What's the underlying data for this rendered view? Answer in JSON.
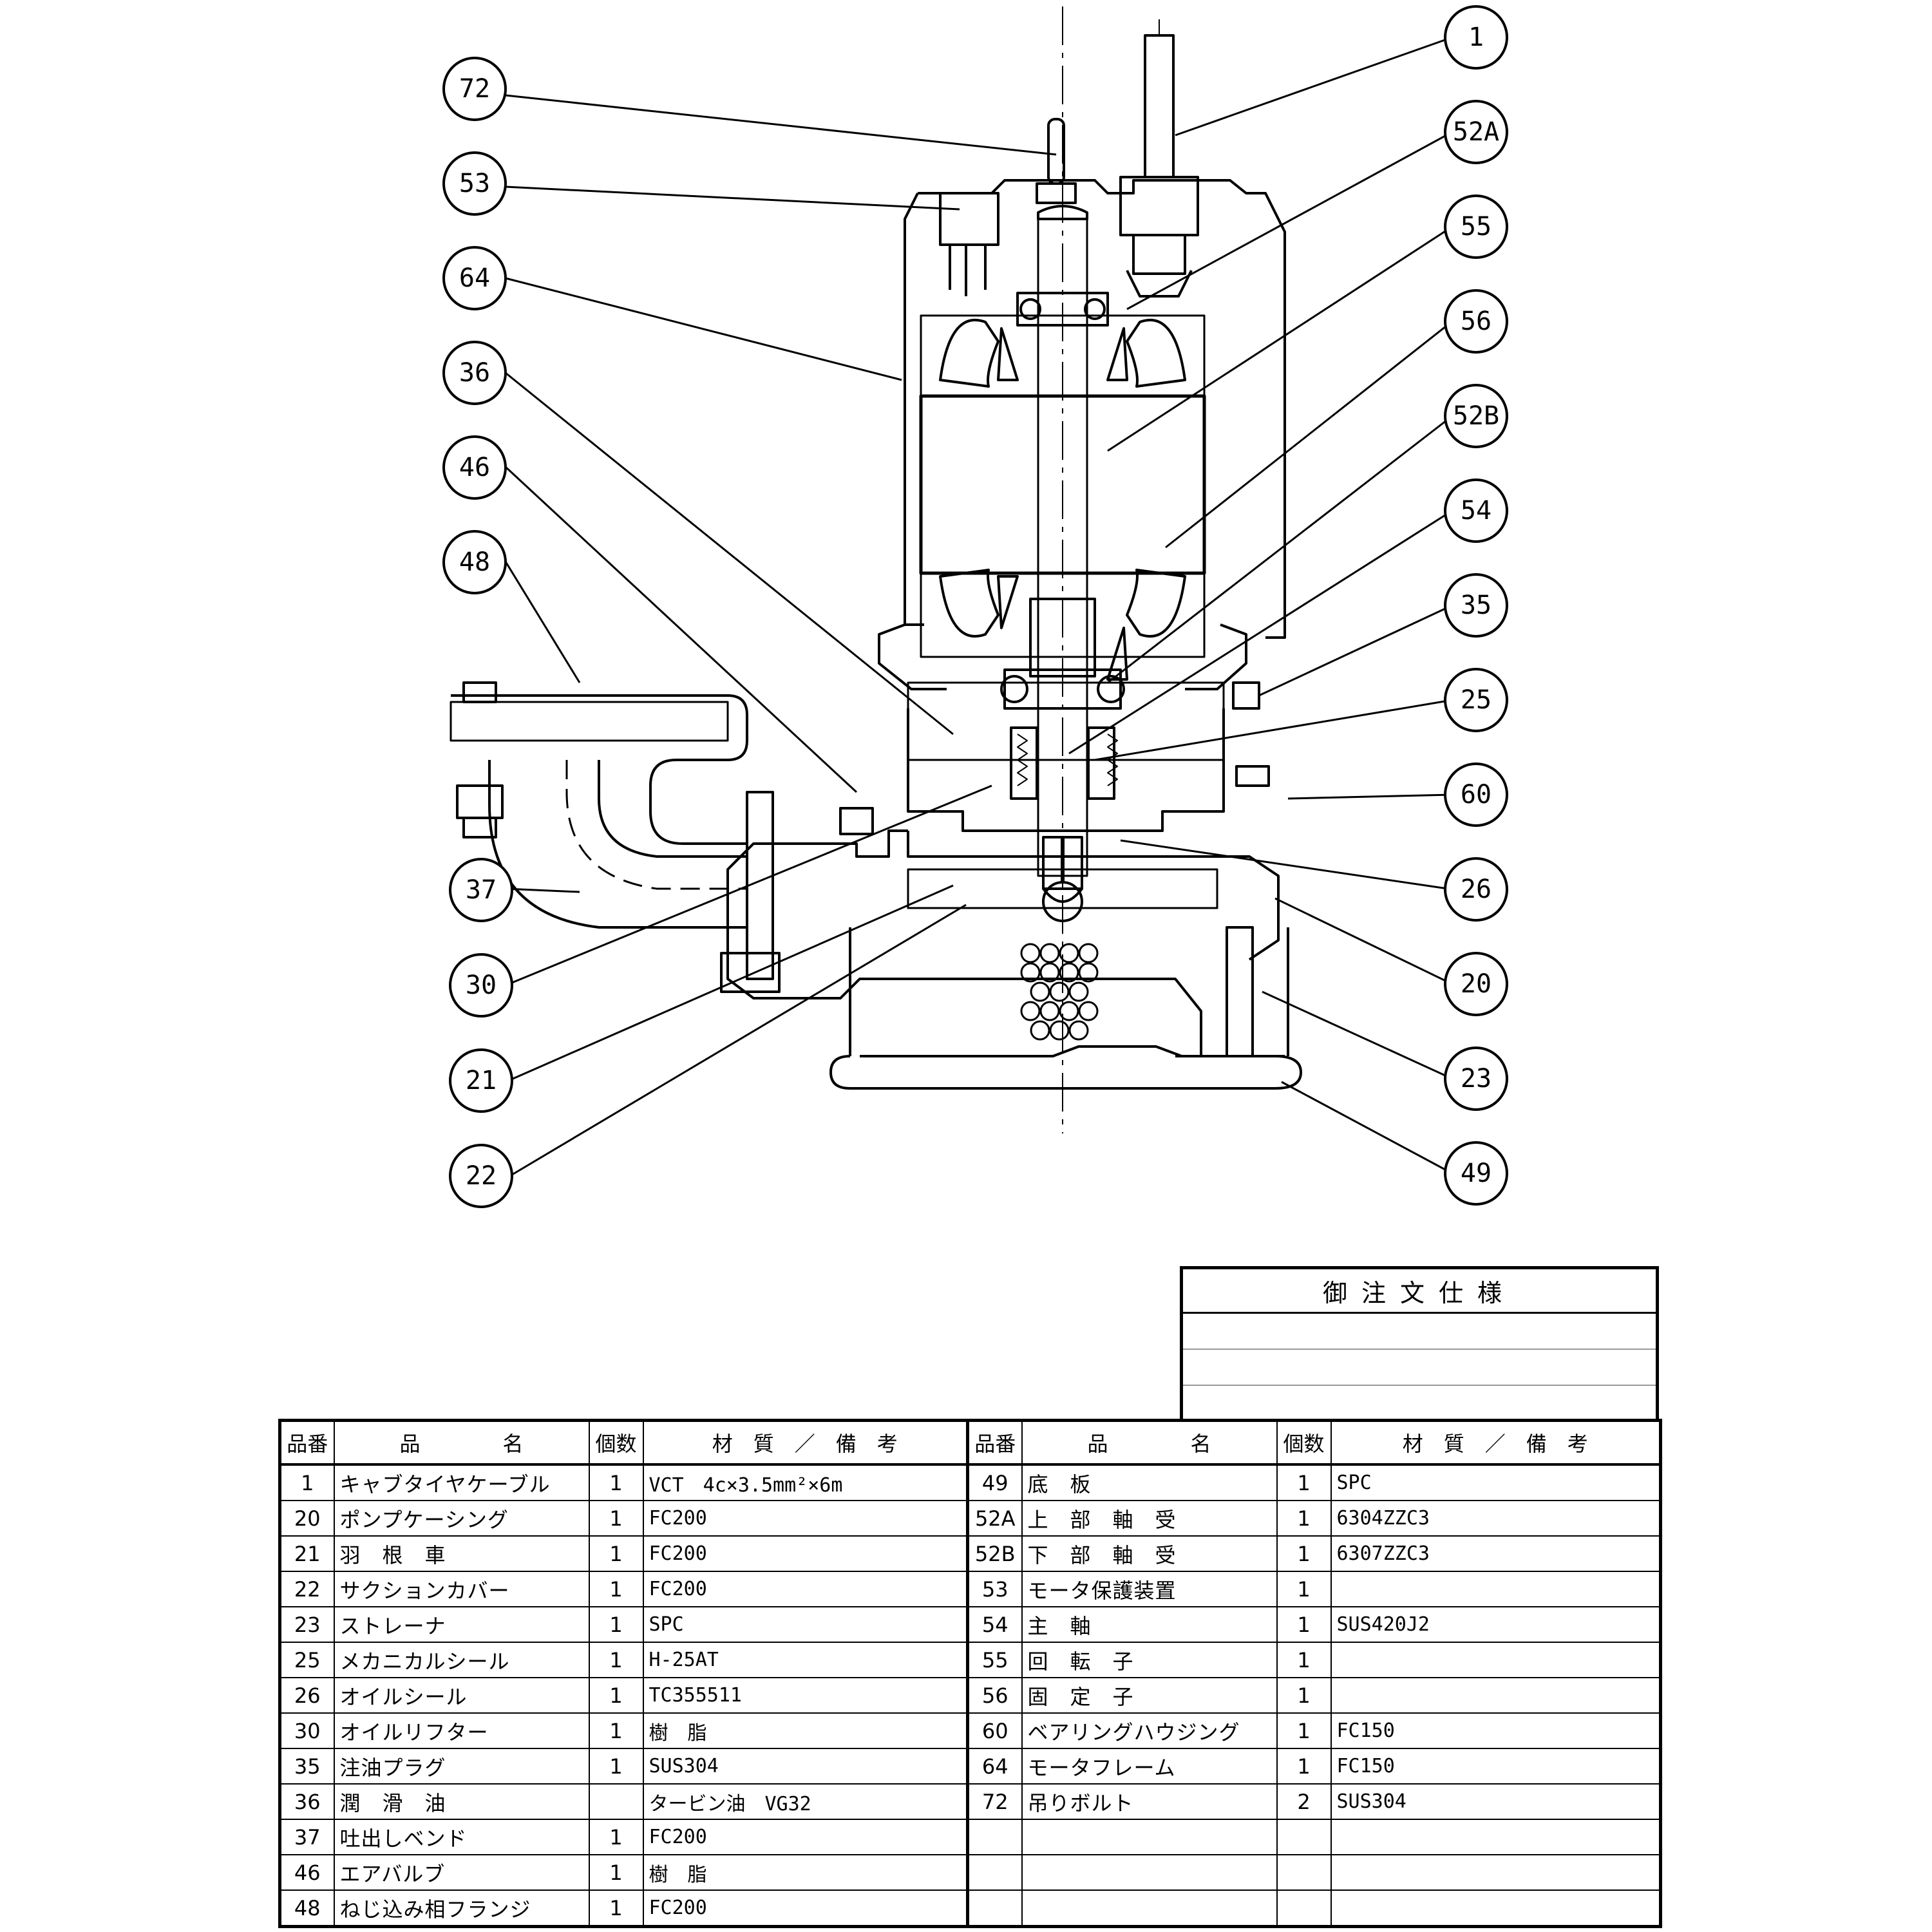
{
  "callouts": {
    "c1": "1",
    "c52a": "52A",
    "c55": "55",
    "c56": "56",
    "c52b": "52B",
    "c54": "54",
    "c35": "35",
    "c25": "25",
    "c60": "60",
    "c26": "26",
    "c20": "20",
    "c23": "23",
    "c49": "49",
    "c72": "72",
    "c53": "53",
    "c64": "64",
    "c36": "36",
    "c46": "46",
    "c48": "48",
    "c37": "37",
    "c30": "30",
    "c21": "21",
    "c22": "22"
  },
  "order_spec": {
    "title": "御注文仕様",
    "rows": [
      "",
      "",
      ""
    ]
  },
  "parts_table": {
    "headers": {
      "no": "品番",
      "name": "品　　　　名",
      "qty": "個数",
      "material": "材　質　／　備　考"
    },
    "left": [
      {
        "no": "1",
        "name": "キャブタイヤケーブル",
        "qty": "1",
        "material": "VCT　4c×3.5mm²×6m"
      },
      {
        "no": "20",
        "name": "ポンプケーシング",
        "qty": "1",
        "material": "FC200"
      },
      {
        "no": "21",
        "name": "羽　根　車",
        "qty": "1",
        "material": "FC200"
      },
      {
        "no": "22",
        "name": "サクションカバー",
        "qty": "1",
        "material": "FC200"
      },
      {
        "no": "23",
        "name": "ストレーナ",
        "qty": "1",
        "material": "SPC"
      },
      {
        "no": "25",
        "name": "メカニカルシール",
        "qty": "1",
        "material": "H-25AT"
      },
      {
        "no": "26",
        "name": "オイルシール",
        "qty": "1",
        "material": "TC355511"
      },
      {
        "no": "30",
        "name": "オイルリフター",
        "qty": "1",
        "material": "樹　脂"
      },
      {
        "no": "35",
        "name": "注油プラグ",
        "qty": "1",
        "material": "SUS304"
      },
      {
        "no": "36",
        "name": "潤　滑　油",
        "qty": "",
        "material": "タービン油　VG32"
      },
      {
        "no": "37",
        "name": "吐出しベンド",
        "qty": "1",
        "material": "FC200"
      },
      {
        "no": "46",
        "name": "エアバルブ",
        "qty": "1",
        "material": "樹　脂"
      },
      {
        "no": "48",
        "name": "ねじ込み相フランジ",
        "qty": "1",
        "material": "FC200"
      }
    ],
    "right": [
      {
        "no": "49",
        "name": "底　板",
        "qty": "1",
        "material": "SPC"
      },
      {
        "no": "52A",
        "name": "上　部　軸　受",
        "qty": "1",
        "material": "6304ZZC3"
      },
      {
        "no": "52B",
        "name": "下　部　軸　受",
        "qty": "1",
        "material": "6307ZZC3"
      },
      {
        "no": "53",
        "name": "モータ保護装置",
        "qty": "1",
        "material": ""
      },
      {
        "no": "54",
        "name": "主　軸",
        "qty": "1",
        "material": "SUS420J2"
      },
      {
        "no": "55",
        "name": "回　転　子",
        "qty": "1",
        "material": ""
      },
      {
        "no": "56",
        "name": "固　定　子",
        "qty": "1",
        "material": ""
      },
      {
        "no": "60",
        "name": "ベアリングハウジング",
        "qty": "1",
        "material": "FC150"
      },
      {
        "no": "64",
        "name": "モータフレーム",
        "qty": "1",
        "material": "FC150"
      },
      {
        "no": "72",
        "name": "吊りボルト",
        "qty": "2",
        "material": "SUS304"
      },
      {
        "no": "",
        "name": "",
        "qty": "",
        "material": ""
      },
      {
        "no": "",
        "name": "",
        "qty": "",
        "material": ""
      },
      {
        "no": "",
        "name": "",
        "qty": "",
        "material": ""
      }
    ]
  }
}
